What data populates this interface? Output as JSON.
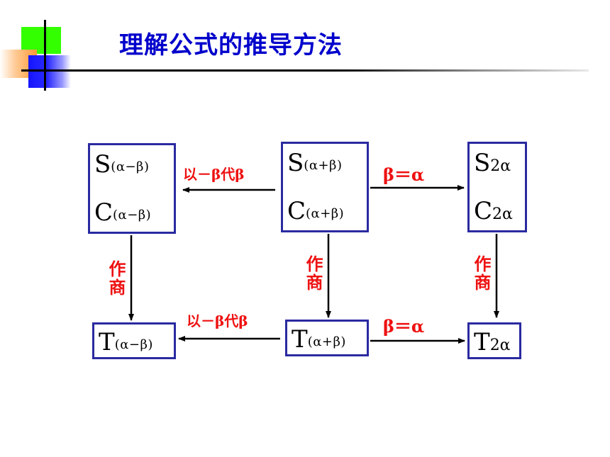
{
  "title": "理解公式的推导方法",
  "boxes": {
    "s_minus": {
      "letter": "S",
      "sub": "(α−β)"
    },
    "c_minus": {
      "letter": "C",
      "sub": "(α−β)"
    },
    "s_plus": {
      "letter": "S",
      "sub": "(α+β)"
    },
    "c_plus": {
      "letter": "C",
      "sub": "(α+β)"
    },
    "s_2a": {
      "letter": "S",
      "sub": "2α"
    },
    "c_2a": {
      "letter": "C",
      "sub": "2α"
    },
    "t_minus": {
      "letter": "T",
      "sub": "(α−β)"
    },
    "t_plus": {
      "letter": "T",
      "sub": "(α+β)"
    },
    "t_2a": {
      "letter": "T",
      "sub": "2α"
    }
  },
  "labels": {
    "replace_beta_top": "以－β代β",
    "beta_eq_alpha_top": "β＝α",
    "replace_beta_bottom": "以－β代β",
    "beta_eq_alpha_bottom": "β＝α",
    "quotient_left": "作商",
    "quotient_mid": "作商",
    "quotient_right": "作商"
  },
  "colors": {
    "title": "#0000cc",
    "box_border": "#2a2aa0",
    "label": "#ee1111"
  }
}
